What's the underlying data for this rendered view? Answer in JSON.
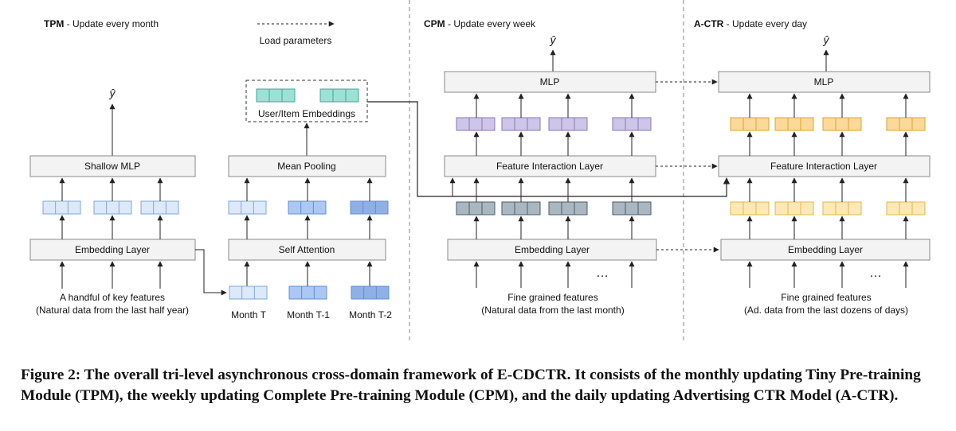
{
  "legend": {
    "arrow_label": "Load parameters"
  },
  "tpm": {
    "title_bold": "TPM",
    "title_rest": " - Update every month",
    "output_label": "ŷ",
    "shallow_mlp_label": "Shallow MLP",
    "embedding_layer_label": "Embedding Layer",
    "input_line1": "A handful of key features",
    "input_line2": "(Natural data from the last half year)",
    "mean_pooling_label": "Mean Pooling",
    "self_attention_label": "Self Attention",
    "user_item_embeddings_label": "User/Item Embeddings",
    "month_labels": [
      "Month T",
      "Month T-1",
      "Month T-2"
    ]
  },
  "cpm": {
    "title_bold": "CPM",
    "title_rest": " - Update every week",
    "output_label": "ŷ",
    "mlp_label": "MLP",
    "feature_interaction_label": "Feature Interaction Layer",
    "embedding_layer_label": "Embedding Layer",
    "ellipsis": "…",
    "input_line1": "Fine grained features",
    "input_line2": "(Natural data from the last month)"
  },
  "actr": {
    "title_bold": "A-CTR",
    "title_rest": " - Update every day",
    "output_label": "ŷ",
    "mlp_label": "MLP",
    "feature_interaction_label": "Feature Interaction Layer",
    "embedding_layer_label": "Embedding Layer",
    "ellipsis": "…",
    "input_line1": "Fine grained features",
    "input_line2": "(Ad. data from the last dozens of days)"
  },
  "caption": "Figure 2: The overall tri-level asynchronous cross-domain framework of E-CDCTR. It consists of the monthly updating Tiny Pre-training Module (TPM), the weekly updating Complete Pre-training Module (CPM), and the daily updating Advertising CTR Model (A-CTR).",
  "colors": {
    "light_blue_fill": "#dce9fb",
    "light_blue_stroke": "#7ea6d8",
    "mid_blue_fill": "#aac8f2",
    "mid_blue_stroke": "#5f8fd0",
    "deep_blue_fill": "#8fb0e6",
    "teal_fill": "#9fe0d4",
    "teal_stroke": "#3aa993",
    "purple_fill": "#cdc6e8",
    "purple_stroke": "#8678b8",
    "slate_fill": "#a9b7c1",
    "slate_stroke": "#4b5b66",
    "yellow_fill": "#fde9b6",
    "yellow_stroke": "#e3b648",
    "orange_fill": "#fbd99a",
    "orange_stroke": "#e3a12d"
  }
}
